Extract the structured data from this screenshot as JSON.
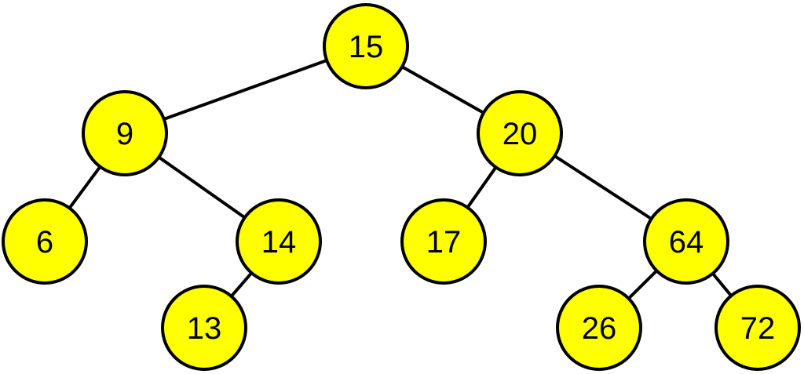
{
  "diagram": {
    "type": "binary-tree",
    "colors": {
      "node_fill": "#ffff00",
      "node_stroke": "#000000",
      "edge": "#000000",
      "text": "#000000"
    },
    "nodes": [
      {
        "id": "n15",
        "label": "15"
      },
      {
        "id": "n9",
        "label": "9"
      },
      {
        "id": "n20",
        "label": "20"
      },
      {
        "id": "n6",
        "label": "6"
      },
      {
        "id": "n14",
        "label": "14"
      },
      {
        "id": "n17",
        "label": "17"
      },
      {
        "id": "n64",
        "label": "64"
      },
      {
        "id": "n13",
        "label": "13"
      },
      {
        "id": "n26",
        "label": "26"
      },
      {
        "id": "n72",
        "label": "72"
      }
    ],
    "edges": [
      {
        "from": "n15",
        "to": "n9"
      },
      {
        "from": "n15",
        "to": "n20"
      },
      {
        "from": "n9",
        "to": "n6"
      },
      {
        "from": "n9",
        "to": "n14"
      },
      {
        "from": "n14",
        "to": "n13"
      },
      {
        "from": "n20",
        "to": "n17"
      },
      {
        "from": "n20",
        "to": "n64"
      },
      {
        "from": "n64",
        "to": "n26"
      },
      {
        "from": "n64",
        "to": "n72"
      }
    ]
  }
}
